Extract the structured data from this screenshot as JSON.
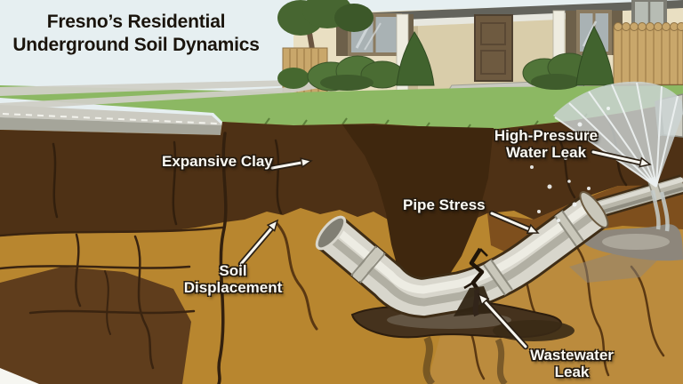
{
  "title": {
    "lines": [
      "Fresno’s Residential",
      "Underground Soil Dynamics"
    ]
  },
  "labels": {
    "expansive_clay": {
      "text": "Expansive Clay"
    },
    "pipe_stress": {
      "text": "Pipe Stress"
    },
    "high_pressure_water_leak": {
      "lines": [
        "High-Pressure",
        "Water Leak"
      ]
    },
    "soil_displacement": {
      "lines": [
        "Soil",
        "Displacement"
      ]
    },
    "wastewater_leak": {
      "lines": [
        "Wastewater",
        "Leak"
      ]
    }
  },
  "scene": {
    "elements": [
      "house",
      "front-lawn",
      "sidewalk",
      "wood-fence",
      "soil-cutaway",
      "sewer-pipe",
      "service-pipe",
      "water-spray",
      "wastewater-pool",
      "foundation-block",
      "soil-cracks"
    ]
  },
  "colors": {
    "sky": "#e6eff1",
    "grass": "#8cb863",
    "grass_shadow": "#5c7f3a",
    "sidewalk": "#cbcac1",
    "house_wall": "#e9dfc2",
    "porch": "#d9cdaa",
    "door": "#6e5a40",
    "fence_wood": "#c9a76b",
    "clay_dark": "#4e3115",
    "clay_wedge": "#3f270e",
    "soil_light": "#b8862f",
    "soil_mid": "#8a5a22",
    "trench_floor": "#bb8b3d",
    "pipe_body": "#d8d6cc",
    "water_spray": "#ccd4d4",
    "wastewater": "#45321d",
    "label_text": "#fbfaf4",
    "label_outline": "#231a10",
    "title_text": "#1a140c"
  }
}
